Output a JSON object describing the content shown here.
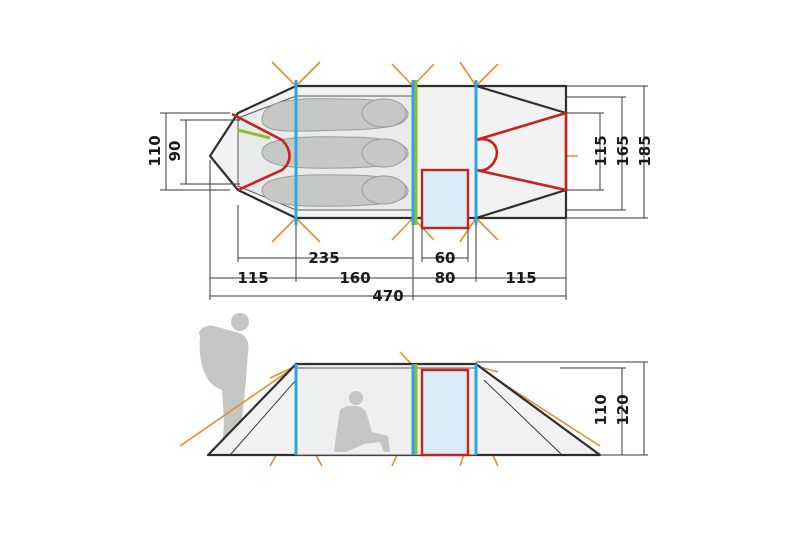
{
  "top_view": {
    "dimensions": {
      "side_a": "110",
      "side_b": "90",
      "inner_length": "235",
      "door_width": "60",
      "seg_1": "115",
      "seg_2": "160",
      "seg_3": "80",
      "seg_4": "115",
      "total_length": "470",
      "right_a": "115",
      "right_b": "165",
      "right_c": "185"
    }
  },
  "side_view": {
    "dimensions": {
      "height_a": "110",
      "height_b": "120"
    }
  },
  "colors": {
    "pole_blue": "#2aa7dd",
    "pole_green": "#8bbf2e",
    "pole_red": "#c9221e",
    "guy_line": "#ef8a2b",
    "door_fill": "#d7ecf7",
    "tent_fill": "#f1f2f1"
  }
}
